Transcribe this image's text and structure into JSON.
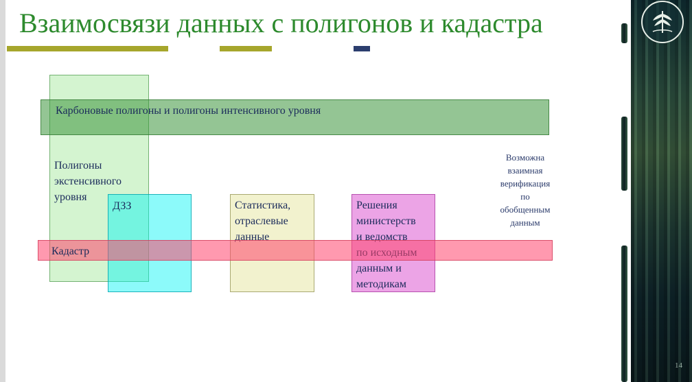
{
  "slide": {
    "title": "Взаимосвязи данных с полигонов и кадастра",
    "page_number": "14"
  },
  "boxes": {
    "carbon": "Карбоновые полигоны и полигоны интенсивного уровня",
    "extensive": "Полигоны\nэкстенсивного\nуровня",
    "dzz": "ДЗЗ",
    "statistics": "Статистика,\nотраслевые\nданные",
    "ministries": "Решения\nминистерств\nи ведомств\nпо исходным\nданным и\nметодикам",
    "cadastre": "Кадастр"
  },
  "note": "Возможна\nвзаимная\nверификация\nпо\nобобщенным\nданным",
  "colors": {
    "title": "#2d8a2d",
    "deco_olive": "#a6a62c",
    "deco_navy": "#2c3e6e",
    "carbon": "#3c963c",
    "extensive": "#a0e696",
    "dzz": "#00f5f5",
    "statistics": "#eeeebe",
    "ministries": "#dc5ad2",
    "cadastre": "#ff466e"
  }
}
